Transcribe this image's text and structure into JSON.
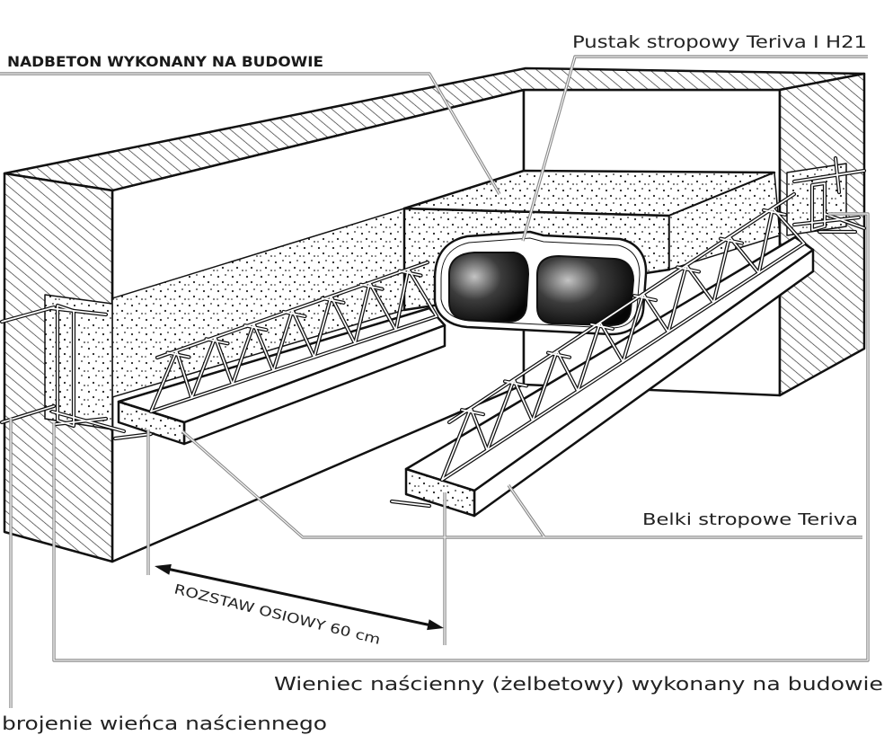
{
  "labels": {
    "topping_concrete": "NADBETON WYKONANY NA BUDOWIE",
    "hollow_block": "Pustak stropowy Teriva I H21",
    "floor_beams": "Belki stropowe Teriva",
    "axial_spacing": "ROZSTAW OSIOWY 60 cm",
    "ring_beam": "Wieniec naścienny (żelbetowy) wykonany na budowie",
    "ring_beam_reinforcement": "brojenie wieńca naściennego"
  },
  "colors": {
    "line": "#111111",
    "leader": "#8c8c8c",
    "background": "#ffffff"
  }
}
